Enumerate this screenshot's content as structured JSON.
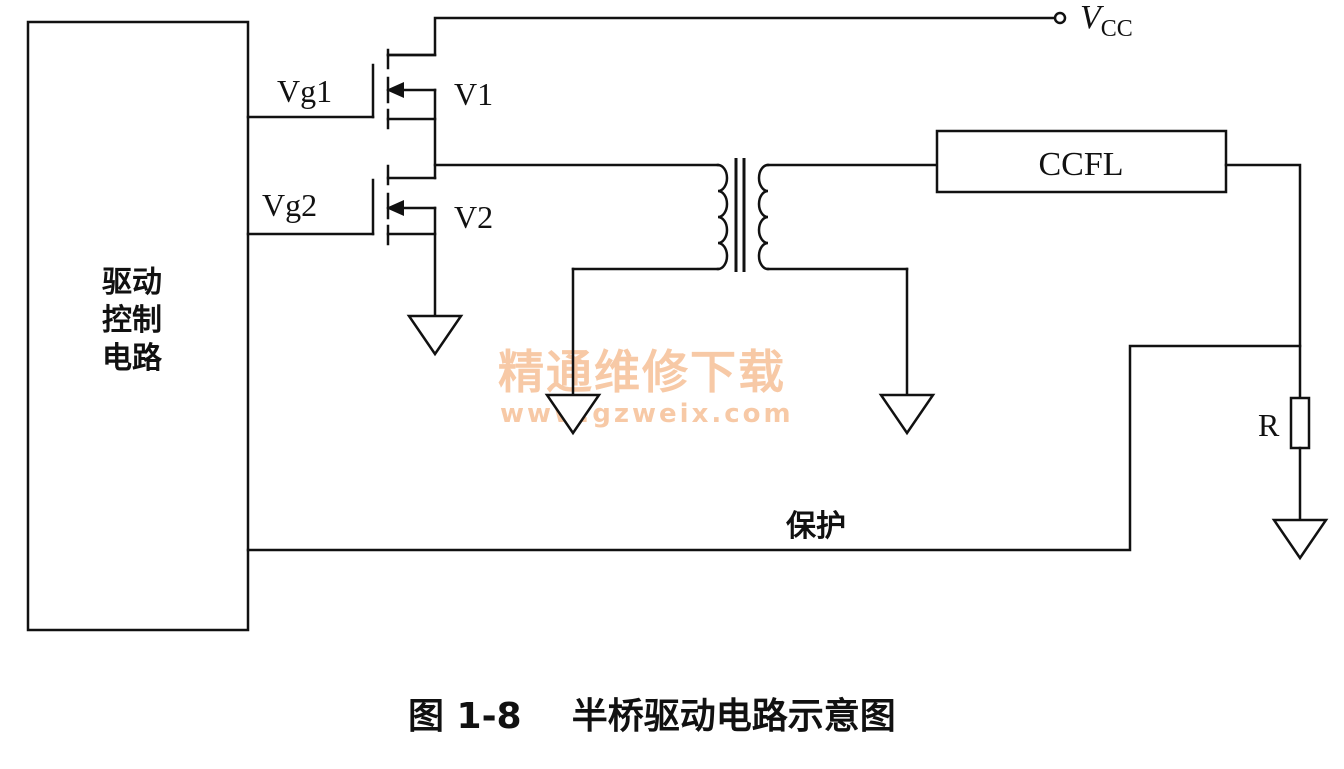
{
  "controller_label_lines": [
    "驱动",
    "控制",
    "电路"
  ],
  "gate_labels": {
    "g1": "Vg1",
    "g2": "Vg2"
  },
  "transistor_labels": {
    "v1": "V1",
    "v2": "V2"
  },
  "supply_label": {
    "main": "V",
    "subscript": "CC"
  },
  "lamp_label": "CCFL",
  "resistor_label": "R",
  "protection_label": "保护",
  "caption": "图 1-8    半桥驱动电路示意图",
  "watermark": {
    "line1": "精通维修下载",
    "line2": "www.gzweix.com"
  }
}
